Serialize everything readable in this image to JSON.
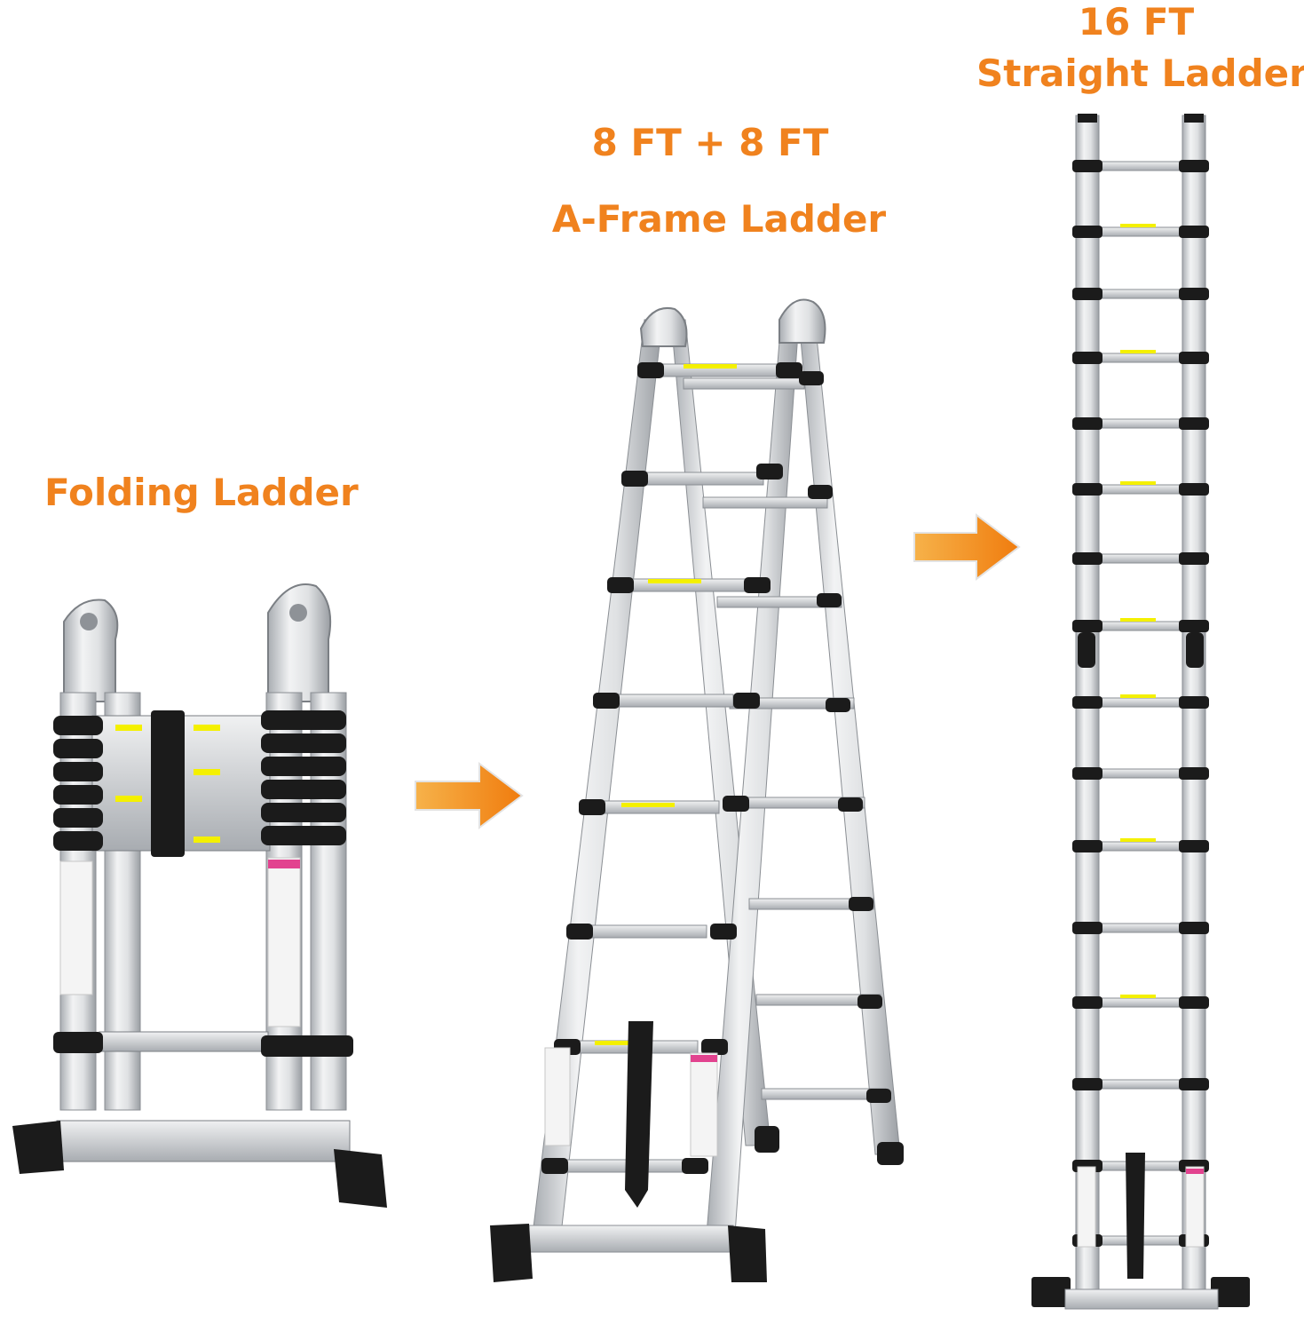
{
  "labels": {
    "folding": "Folding Ladder",
    "aframe_line1": "8 FT + 8 FT",
    "aframe_line2": "A-Frame Ladder",
    "straight_line1": "16 FT",
    "straight_line2": "Straight Ladder"
  },
  "colors": {
    "accent": "#f0821e",
    "aluminum": "#d9dcdf",
    "aluminum_dark": "#9ea3a8",
    "rubber": "#1b1b1b",
    "sticker": "#f4f000",
    "background": "#ffffff"
  },
  "icons": {
    "arrow": "right-arrow-icon"
  }
}
